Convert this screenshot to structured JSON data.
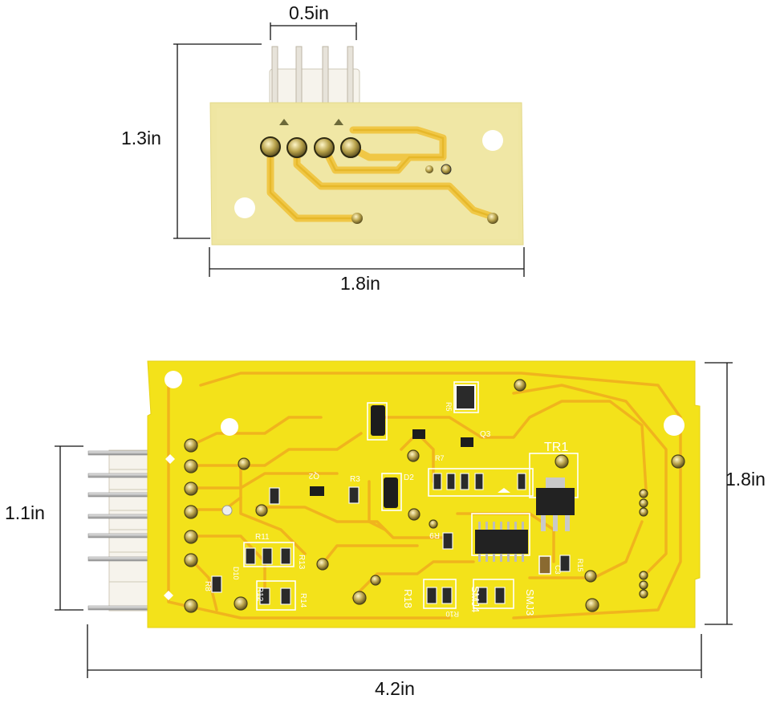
{
  "small_board": {
    "connector_width": "0.5in",
    "height": "1.3in",
    "width": "1.8in"
  },
  "large_board": {
    "connector_height": "1.1in",
    "height": "1.8in",
    "width": "4.2in",
    "silkscreen": {
      "tr1": "TR1",
      "r18": "R18",
      "smj3": "SMJ3",
      "smj4": "SMJ4",
      "r11": "R11",
      "r12": "R12",
      "r13": "R13",
      "r14": "R14",
      "r8": "R8",
      "r9": "R9",
      "r10": "R10",
      "r3": "R3",
      "r5": "R5",
      "r7": "R7",
      "r15": "R15",
      "q2": "Q2",
      "q3": "Q3",
      "d2": "D2",
      "c3": "C3",
      "d10": "D10"
    }
  },
  "colors": {
    "board_yellow": "#f2e21c",
    "board_pale": "#efe7a0",
    "trace": "#e6b82a",
    "pad": "#8a7a3a",
    "connector": "#f4f1ea"
  }
}
